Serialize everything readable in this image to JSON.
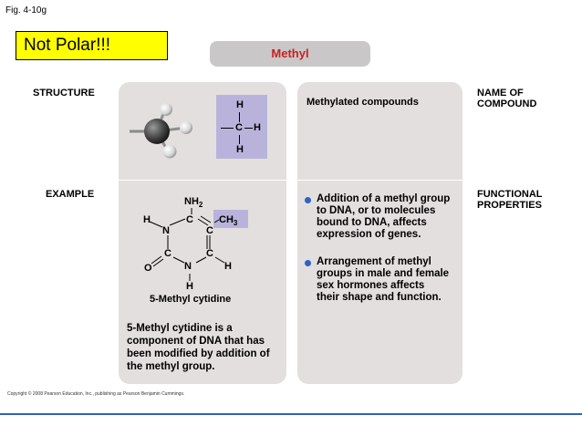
{
  "figure_label": "Fig. 4-10g",
  "note": "Not Polar!!!",
  "header": "Methyl",
  "row_labels": {
    "structure": "STRUCTURE",
    "example": "EXAMPLE",
    "name_of_compound": [
      "NAME OF",
      "COMPOUND"
    ],
    "functional_properties": [
      "FUNCTIONAL",
      "PROPERTIES"
    ]
  },
  "compound_name": "Methylated compounds",
  "methyl_formula_atoms": {
    "top_h": "H",
    "carbon": "C",
    "right_h": "H",
    "bottom_h": "H",
    "bond_left": "—"
  },
  "example_molecule": {
    "nh2": "NH",
    "nh2_sub": "2",
    "ch3": "CH",
    "ch3_sub": "3",
    "h_left": "H",
    "n1": "N",
    "c_top": "C",
    "c_right": "C",
    "c_left": "C",
    "o": "O",
    "n_bottom": "N",
    "c_bottom_right": "C",
    "h_right": "H",
    "h_bottom": "H",
    "name": "5-Methyl cytidine"
  },
  "example_description": [
    "5-Methyl cytidine is a",
    "component of DNA that has",
    "been modified by addition of",
    "the methyl group."
  ],
  "properties": [
    [
      "Addition of a methyl group",
      "to DNA, or to molecules",
      "bound to DNA, affects",
      "expression of genes."
    ],
    [
      "Arrangement of methyl",
      "groups in male and female",
      "sex hormones affects",
      "their shape and function."
    ]
  ],
  "copyright": "Copyright © 2008 Pearson Education, Inc., publishing as Pearson Benjamin Cummings.",
  "colors": {
    "accent_blue": "#2f62c0",
    "header_red": "#cc1f1f",
    "note_yellow": "#ffff00",
    "panel_gray": "#e3dfde",
    "struct_purple": "#b9b3dc"
  }
}
